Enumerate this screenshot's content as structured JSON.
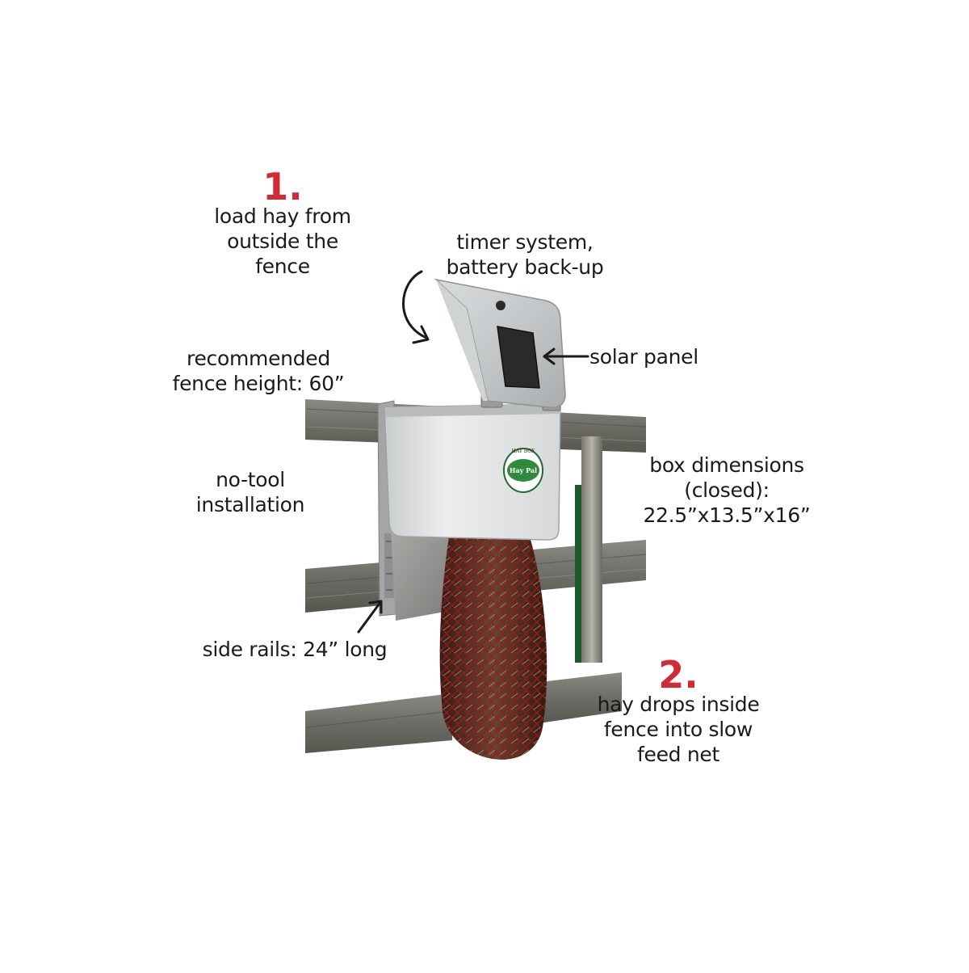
{
  "accent_color": "#d12a36",
  "text_color": "#1a1a1a",
  "step1": {
    "number": "1.",
    "text": "load hay from\noutside the\nfence"
  },
  "step2": {
    "number": "2.",
    "text": "hay drops inside\nfence into slow\nfeed net"
  },
  "callouts": {
    "timer": "timer system,\nbattery back-up",
    "solar": "solar panel",
    "fence_height": "recommended\nfence height: 60”",
    "no_tool": "no-tool\ninstallation",
    "dimensions": "box dimensions\n(closed):\n22.5”x13.5”x16”",
    "rails": "side rails: 24” long"
  },
  "logo": {
    "top": "HAY BOX",
    "main": "Hay Pal"
  },
  "icons": [
    "curved-arrow-icon",
    "arrow-left-icon",
    "arrow-up-icon"
  ]
}
